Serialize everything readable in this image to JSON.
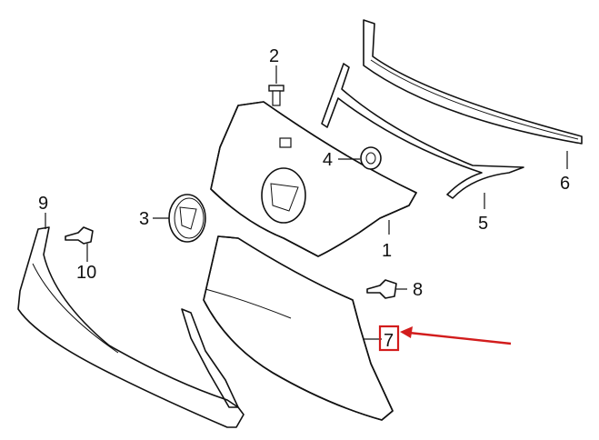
{
  "callouts": [
    {
      "id": "1",
      "label": "1"
    },
    {
      "id": "2",
      "label": "2"
    },
    {
      "id": "3",
      "label": "3"
    },
    {
      "id": "4",
      "label": "4"
    },
    {
      "id": "5",
      "label": "5"
    },
    {
      "id": "6",
      "label": "6"
    },
    {
      "id": "7",
      "label": "7"
    },
    {
      "id": "8",
      "label": "8"
    },
    {
      "id": "9",
      "label": "9"
    },
    {
      "id": "10",
      "label": "10"
    }
  ],
  "highlight": {
    "callout": "7",
    "color": "#d21c1c"
  }
}
